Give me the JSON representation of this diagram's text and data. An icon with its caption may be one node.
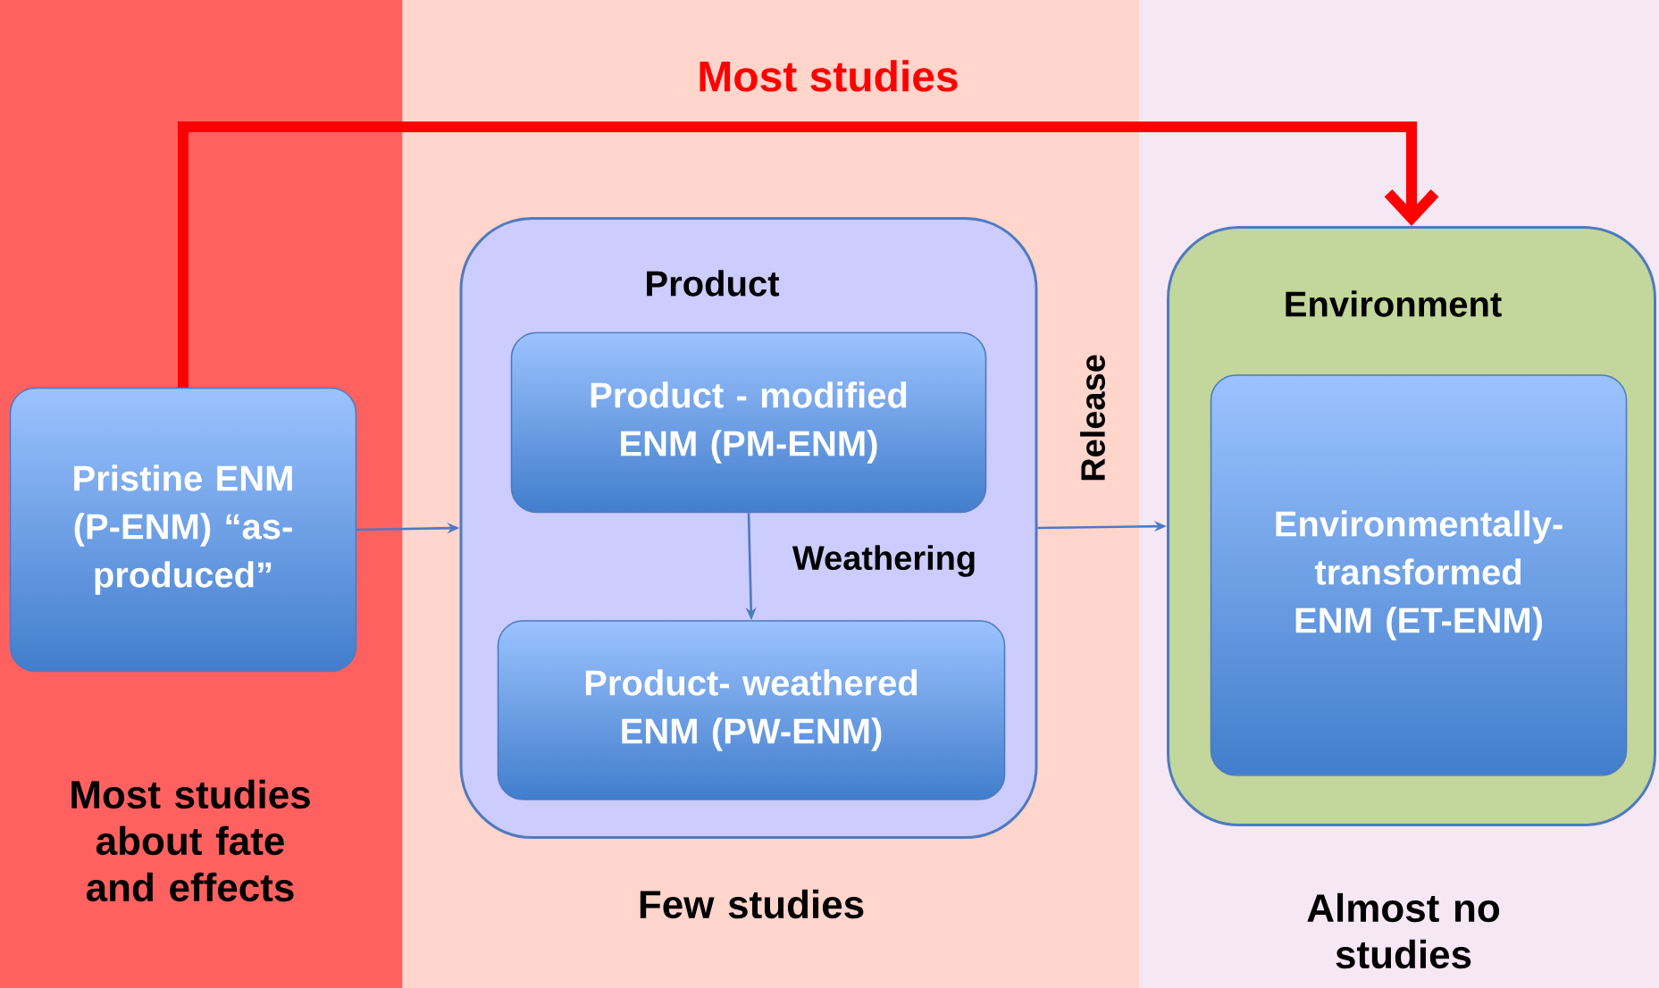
{
  "diagram": {
    "nodes": [
      {
        "text": [
          "Most studies about fate and effects"
        ]
      },
      {
        "text": [
          "Pristine ENM (P-ENM) “as-produced”"
        ],
        "in": 0
      },
      {
        "text": [
          "Few studies"
        ]
      },
      {
        "text": [
          "Product"
        ],
        "in": 2
      },
      {
        "text": [
          "Product - modified ENM (PM-ENM)"
        ],
        "in": 3
      },
      {
        "text": [
          "Product- weathered ENM (PW-ENM)"
        ],
        "in": 3
      },
      {
        "text": [
          "Almost no studies"
        ]
      },
      {
        "text": [
          "Environment"
        ],
        "in": 6
      },
      {
        "text": [
          "Environmentally-transformed ENM (ET-ENM)"
        ],
        "in": 7
      }
    ],
    "edges": [
      {
        "from": 1,
        "to": 3,
        "arrow": "to"
      },
      {
        "from": 4,
        "to": 5,
        "arrow": "to",
        "label": "Weathering"
      },
      {
        "from": 3,
        "to": 7,
        "arrow": "to",
        "label": "Release"
      },
      {
        "from": 1,
        "to": 7,
        "arrow": "to",
        "label": "Most studies",
        "style": "thick",
        "color": "#ff0000"
      }
    ]
  }
}
